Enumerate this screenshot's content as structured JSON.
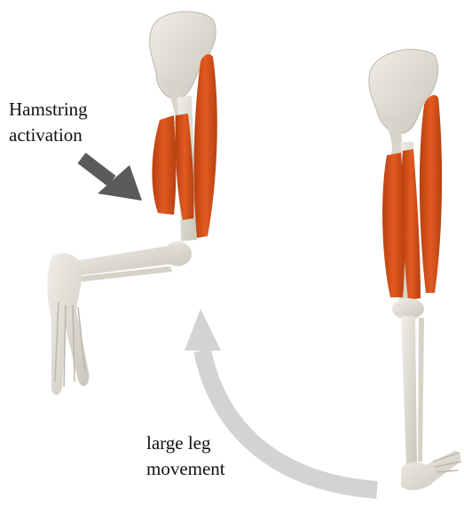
{
  "annotations": {
    "hamstring_line1": "Hamstring",
    "hamstring_line2": "activation",
    "movement_line1": "large leg",
    "movement_line2": "movement"
  },
  "colors": {
    "bone": "#e4e1d9",
    "bone_shadow": "#c9c5ba",
    "muscle": "#d9511e",
    "muscle_dark": "#b8400f",
    "pointer_arrow": "#5a5a5a",
    "movement_arrow": "#d3d3d3",
    "text": "#111111"
  }
}
